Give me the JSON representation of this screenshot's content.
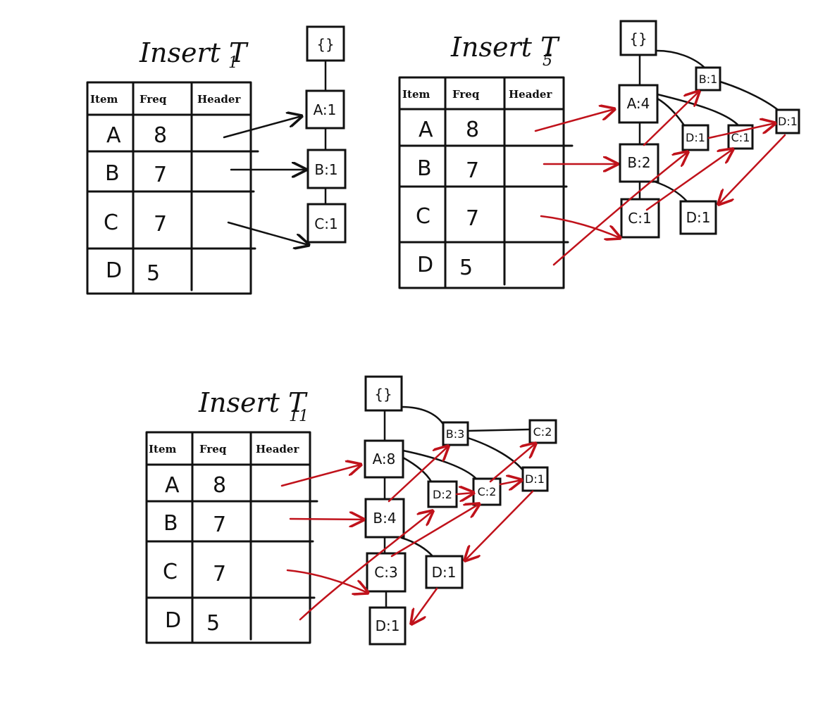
{
  "colors": {
    "ink": "#111111",
    "link": "#c0121b"
  },
  "panels": [
    {
      "id": "t1",
      "title": "Insert T",
      "subscript": "1",
      "table": {
        "headers": [
          "Item",
          "Freq",
          "Header"
        ],
        "rows": [
          {
            "item": "A",
            "freq": "8"
          },
          {
            "item": "B",
            "freq": "7"
          },
          {
            "item": "C",
            "freq": "7"
          },
          {
            "item": "D",
            "freq": "5"
          }
        ]
      },
      "nodes": [
        {
          "label": "{}"
        },
        {
          "label": "A:1"
        },
        {
          "label": "B:1"
        },
        {
          "label": "C:1"
        }
      ]
    },
    {
      "id": "t5",
      "title": "Insert T",
      "subscript": "5",
      "table": {
        "headers": [
          "Item",
          "Freq",
          "Header"
        ],
        "rows": [
          {
            "item": "A",
            "freq": "8"
          },
          {
            "item": "B",
            "freq": "7"
          },
          {
            "item": "C",
            "freq": "7"
          },
          {
            "item": "D",
            "freq": "5"
          }
        ]
      },
      "nodes": [
        {
          "label": "{}"
        },
        {
          "label": "A:4"
        },
        {
          "label": "B:1"
        },
        {
          "label": "D:1"
        },
        {
          "label": "B:2"
        },
        {
          "label": "D:1"
        },
        {
          "label": "C:1"
        },
        {
          "label": "C:1"
        },
        {
          "label": "D:1"
        }
      ]
    },
    {
      "id": "t11",
      "title": "Insert T",
      "subscript": "11",
      "table": {
        "headers": [
          "Item",
          "Freq",
          "Header"
        ],
        "rows": [
          {
            "item": "A",
            "freq": "8"
          },
          {
            "item": "B",
            "freq": "7"
          },
          {
            "item": "C",
            "freq": "7"
          },
          {
            "item": "D",
            "freq": "5"
          }
        ]
      },
      "nodes": [
        {
          "label": "{}"
        },
        {
          "label": "A:8"
        },
        {
          "label": "B:3"
        },
        {
          "label": "C:2"
        },
        {
          "label": "D:2"
        },
        {
          "label": "C:2"
        },
        {
          "label": "D:1"
        },
        {
          "label": "B:4"
        },
        {
          "label": "C:3"
        },
        {
          "label": "D:1"
        },
        {
          "label": "D:1"
        }
      ]
    }
  ]
}
